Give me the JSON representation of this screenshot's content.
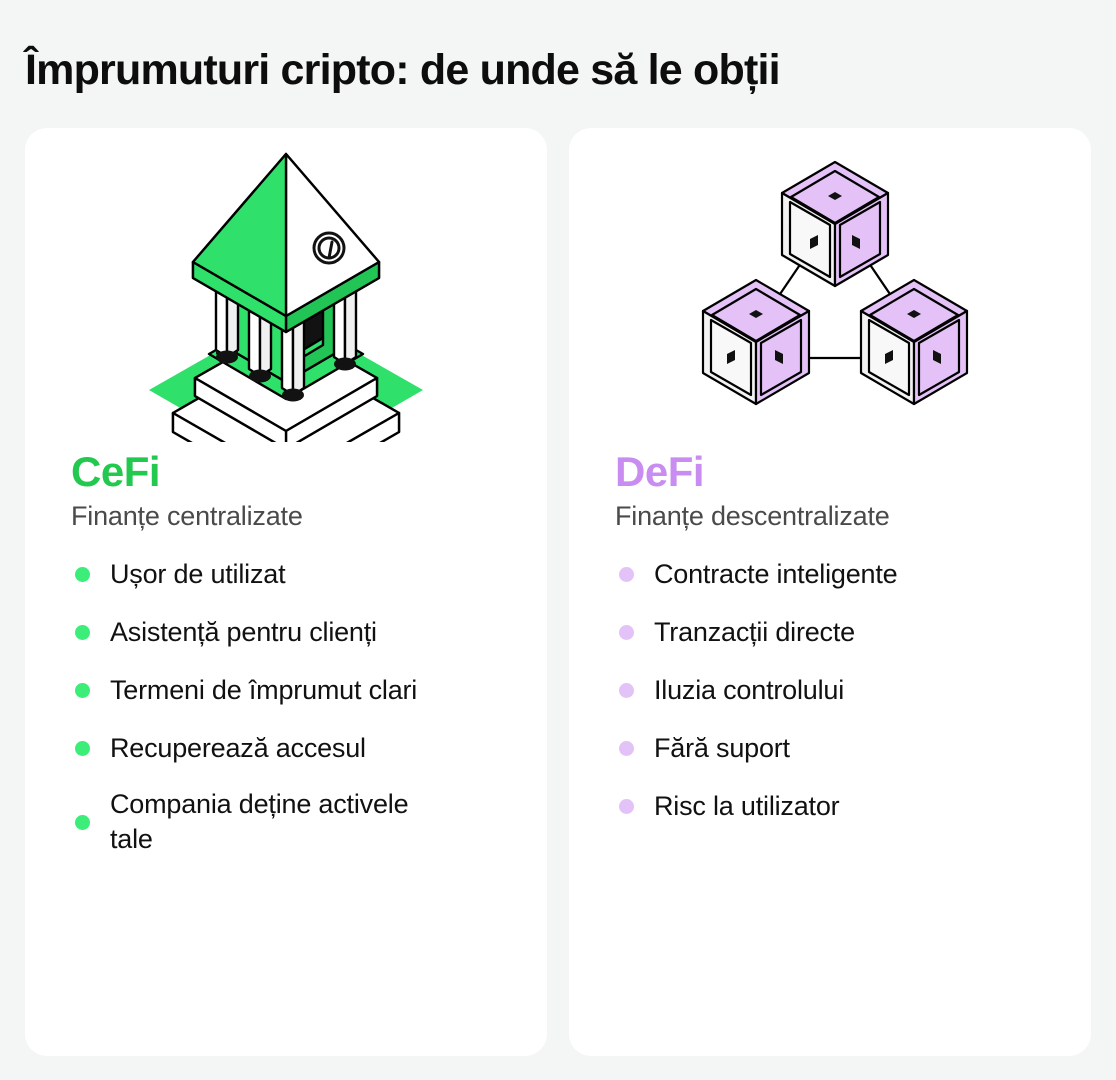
{
  "title": "Împrumuturi cripto: de unde să le obții",
  "colors": {
    "background": "#f4f5f5",
    "card": "#ffffff",
    "cefi_accent": "#22c94e",
    "cefi_bullet": "#3ded79",
    "defi_accent": "#c98df2",
    "defi_bullet": "#e3c3f7",
    "title_text": "#0d0d0d",
    "subtitle_text": "#4a4a4a",
    "body_text": "#111111"
  },
  "cards": [
    {
      "id": "cefi",
      "illustration": "isometric-bank-building-icon",
      "heading": "CeFi",
      "subtitle": "Finanțe centralizate",
      "features": [
        "Ușor de utilizat",
        "Asistență pentru clienți",
        "Termeni de împrumut clari",
        "Recuperează accesul",
        "Compania deține activele tale"
      ]
    },
    {
      "id": "defi",
      "illustration": "isometric-blockchain-cubes-icon",
      "heading": "DeFi",
      "subtitle": "Finanțe descentralizate",
      "features": [
        "Contracte inteligente",
        "Tranzacții directe",
        "Iluzia controlului",
        "Fără suport",
        "Risc la utilizator"
      ]
    }
  ]
}
